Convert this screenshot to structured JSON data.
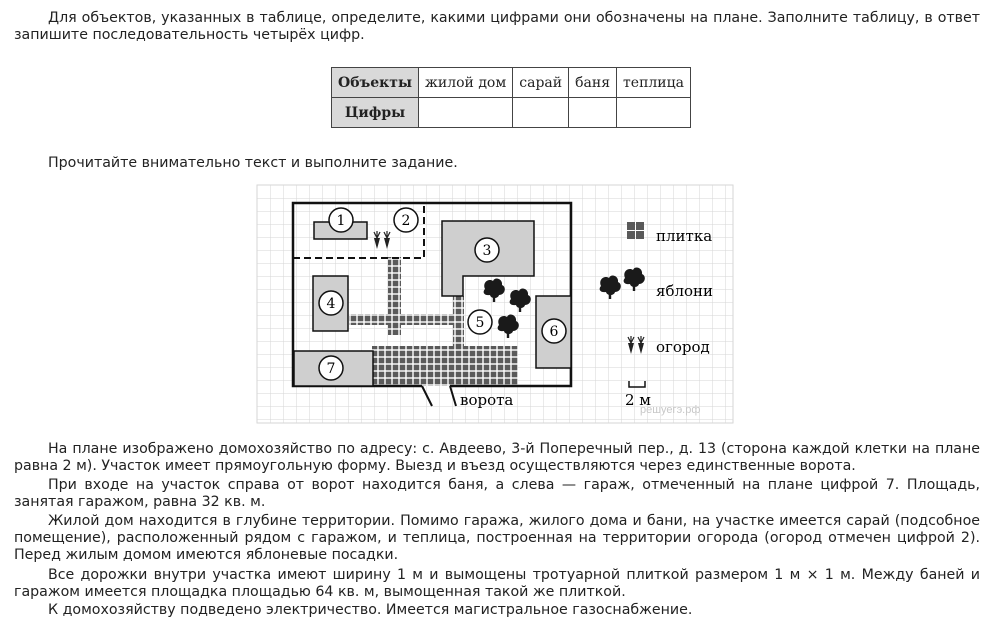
{
  "intro_text": "Для объектов, указанных в таблице, определите, какими цифрами они обозначены на плане. Заполните таблицу, в ответ запишите последовательность четырёх цифр.",
  "table": {
    "header_label": "Объекты",
    "row_label": "Цифры",
    "columns": [
      "жилой дом",
      "сарай",
      "баня",
      "теплица"
    ]
  },
  "read_prompt": "Прочитайте внимательно текст и выполните задание.",
  "plan": {
    "numbers": [
      "1",
      "2",
      "3",
      "4",
      "5",
      "6",
      "7"
    ],
    "gate_label": "ворота",
    "legend": {
      "tile": "плитка",
      "apple_trees": "яблони",
      "garden": "огород",
      "scale": "2 м"
    },
    "watermark": "решуегэ.рф"
  },
  "paragraphs": [
    "На плане изображено домохозяйство по адресу: с. Авдеево, 3-й Поперечный пер., д. 13 (сторона каждой клетки на плане равна 2 м). Участок имеет прямоугольную форму. Выезд и въезд осуществляются через единственные ворота.",
    "При входе на участок справа от ворот находится баня, а слева — гараж, отмеченный на плане цифрой 7. Площадь, занятая гаражом, равна 32 кв. м.",
    "Жилой дом находится в глубине территории. Помимо гаража, жилого дома и бани, на участке имеется сарай (подсобное помещение), расположенный рядом с гаражом, и теплица, построенная на территории огорода (огород отмечен цифрой 2). Перед жилым домом имеются яблоневые посадки.",
    "Все дорожки внутри участка имеют ширину 1 м и вымощены тротуарной плиткой размером 1 м × 1 м. Между баней и гаражом имеется площадка площадью 64 кв. м, вымощенная такой же плиткой.",
    "К домохозяйству подведено электричество. Имеется магистральное газоснабжение."
  ]
}
